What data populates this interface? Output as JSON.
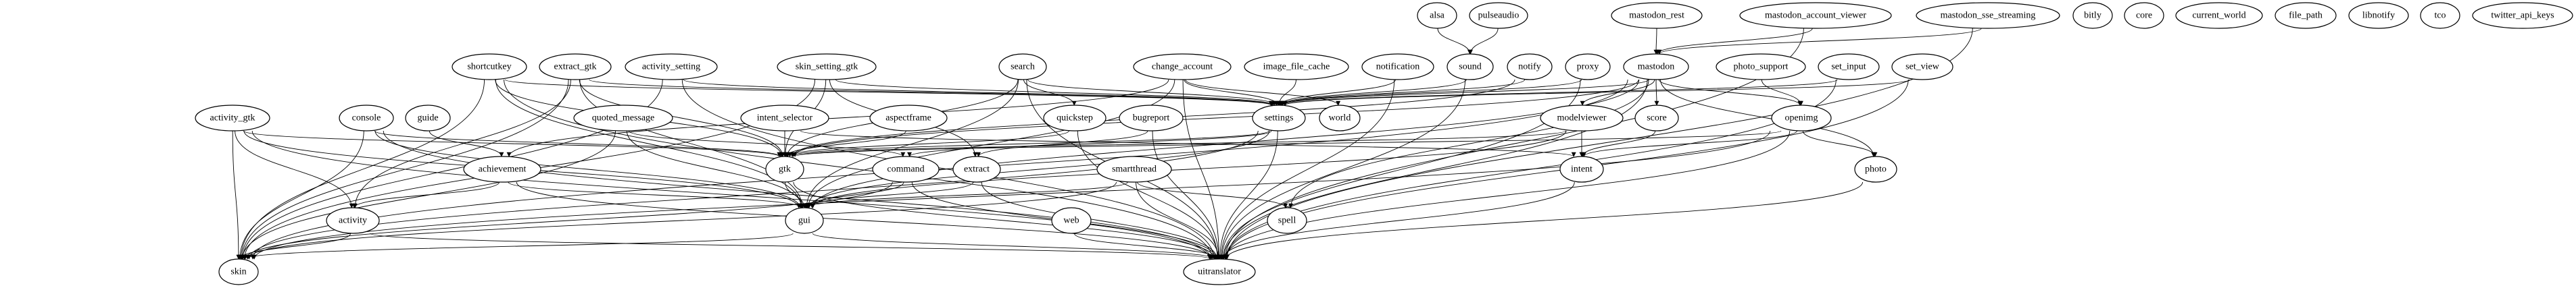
{
  "diagram": {
    "type": "directed-graph",
    "colors": {
      "stroke": "#000000",
      "fill": "#ffffff",
      "background": "#ffffff"
    },
    "nodes": [
      "alsa",
      "pulseaudio",
      "mastodon_rest",
      "mastodon_account_viewer",
      "mastodon_sse_streaming",
      "bitly",
      "core",
      "current_world",
      "file_path",
      "libnotify",
      "tco",
      "twitter_api_keys",
      "shortcutkey",
      "extract_gtk",
      "activity_setting",
      "skin_setting_gtk",
      "search",
      "change_account",
      "image_file_cache",
      "notification",
      "sound",
      "notify",
      "proxy",
      "mastodon",
      "photo_support",
      "set_input",
      "set_view",
      "activity_gtk",
      "console",
      "guide",
      "quoted_message",
      "intent_selector",
      "aspectframe",
      "quickstep",
      "bugreport",
      "settings",
      "world",
      "modelviewer",
      "score",
      "openimg",
      "achievement",
      "gtk",
      "command",
      "extract",
      "smartthread",
      "intent",
      "photo",
      "activity",
      "gui",
      "web",
      "spell",
      "skin",
      "uitranslator"
    ],
    "edges": [
      [
        "alsa",
        "sound"
      ],
      [
        "pulseaudio",
        "sound"
      ],
      [
        "mastodon_rest",
        "mastodon"
      ],
      [
        "mastodon_account_viewer",
        "mastodon"
      ],
      [
        "mastodon_sse_streaming",
        "mastodon"
      ],
      [
        "mastodon_account_viewer",
        "uitranslator"
      ],
      [
        "mastodon_sse_streaming",
        "uitranslator"
      ],
      [
        "mastodon",
        "modelviewer"
      ],
      [
        "mastodon",
        "score"
      ],
      [
        "mastodon",
        "openimg"
      ],
      [
        "mastodon",
        "photo"
      ],
      [
        "mastodon",
        "settings"
      ],
      [
        "mastodon",
        "gtk"
      ],
      [
        "mastodon",
        "gui"
      ],
      [
        "mastodon",
        "uitranslator"
      ],
      [
        "mastodon",
        "skin"
      ],
      [
        "mastodon",
        "spell"
      ],
      [
        "photo_support",
        "openimg"
      ],
      [
        "set_input",
        "settings"
      ],
      [
        "set_input",
        "uitranslator"
      ],
      [
        "set_view",
        "settings"
      ],
      [
        "set_view",
        "uitranslator"
      ],
      [
        "modelviewer",
        "intent"
      ],
      [
        "modelviewer",
        "gtk"
      ],
      [
        "modelviewer",
        "gui"
      ],
      [
        "score",
        "intent"
      ],
      [
        "openimg",
        "intent"
      ],
      [
        "openimg",
        "photo"
      ],
      [
        "openimg",
        "uitranslator"
      ],
      [
        "openimg",
        "gtk"
      ],
      [
        "openimg",
        "skin"
      ],
      [
        "intent",
        "uitranslator"
      ],
      [
        "photo",
        "uitranslator"
      ],
      [
        "notification",
        "settings"
      ],
      [
        "notification",
        "uitranslator"
      ],
      [
        "sound",
        "settings"
      ],
      [
        "sound",
        "uitranslator"
      ],
      [
        "notify",
        "settings"
      ],
      [
        "notify",
        "gtk"
      ],
      [
        "proxy",
        "settings"
      ],
      [
        "proxy",
        "uitranslator"
      ],
      [
        "image_file_cache",
        "settings"
      ],
      [
        "change_account",
        "settings"
      ],
      [
        "change_account",
        "world"
      ],
      [
        "change_account",
        "uitranslator"
      ],
      [
        "change_account",
        "achievement"
      ],
      [
        "change_account",
        "gui"
      ],
      [
        "search",
        "quickstep"
      ],
      [
        "search",
        "gtk"
      ],
      [
        "search",
        "gui"
      ],
      [
        "search",
        "uitranslator"
      ],
      [
        "search",
        "settings"
      ],
      [
        "skin_setting_gtk",
        "gtk"
      ],
      [
        "skin_setting_gtk",
        "settings"
      ],
      [
        "skin_setting_gtk",
        "skin"
      ],
      [
        "skin_setting_gtk",
        "extract"
      ],
      [
        "quickstep",
        "gtk"
      ],
      [
        "quickstep",
        "uitranslator"
      ],
      [
        "bugreport",
        "extract"
      ],
      [
        "bugreport",
        "uitranslator"
      ],
      [
        "settings",
        "gtk"
      ],
      [
        "settings",
        "gui"
      ],
      [
        "settings",
        "uitranslator"
      ],
      [
        "settings",
        "skin"
      ],
      [
        "settings",
        "command"
      ],
      [
        "intent_selector",
        "gtk"
      ],
      [
        "intent_selector",
        "intent"
      ],
      [
        "aspectframe",
        "gtk"
      ],
      [
        "gtk",
        "gui"
      ],
      [
        "gtk",
        "uitranslator"
      ],
      [
        "command",
        "gui"
      ],
      [
        "command",
        "skin"
      ],
      [
        "command",
        "uitranslator"
      ],
      [
        "extract",
        "gui"
      ],
      [
        "extract",
        "uitranslator"
      ],
      [
        "smartthread",
        "spell"
      ],
      [
        "smartthread",
        "uitranslator"
      ],
      [
        "smartthread",
        "gui"
      ],
      [
        "smartthread",
        "skin"
      ],
      [
        "web",
        "uitranslator"
      ],
      [
        "gui",
        "uitranslator"
      ],
      [
        "gui",
        "skin"
      ],
      [
        "guide",
        "achievement"
      ],
      [
        "achievement",
        "activity"
      ],
      [
        "achievement",
        "gui"
      ],
      [
        "achievement",
        "uitranslator"
      ],
      [
        "quoted_message",
        "skin"
      ],
      [
        "quoted_message",
        "gui"
      ],
      [
        "quoted_message",
        "command"
      ],
      [
        "activity",
        "skin"
      ],
      [
        "activity",
        "uitranslator"
      ],
      [
        "activity_gtk",
        "skin"
      ],
      [
        "activity_gtk",
        "activity"
      ],
      [
        "activity_gtk",
        "gtk"
      ],
      [
        "activity_gtk",
        "uitranslator"
      ],
      [
        "activity_gtk",
        "gui"
      ],
      [
        "console",
        "skin"
      ],
      [
        "console",
        "gtk"
      ],
      [
        "console",
        "gui"
      ],
      [
        "console",
        "uitranslator"
      ],
      [
        "shortcutkey",
        "skin"
      ],
      [
        "shortcutkey",
        "settings"
      ],
      [
        "shortcutkey",
        "gui"
      ],
      [
        "shortcutkey",
        "gtk"
      ],
      [
        "shortcutkey",
        "uitranslator"
      ],
      [
        "extract_gtk",
        "skin"
      ],
      [
        "extract_gtk",
        "gtk"
      ],
      [
        "extract_gtk",
        "settings"
      ],
      [
        "extract_gtk",
        "gui"
      ],
      [
        "extract_gtk",
        "activity"
      ],
      [
        "activity_setting",
        "settings"
      ],
      [
        "activity_setting",
        "skin"
      ],
      [
        "activity_setting",
        "uitranslator"
      ]
    ]
  }
}
